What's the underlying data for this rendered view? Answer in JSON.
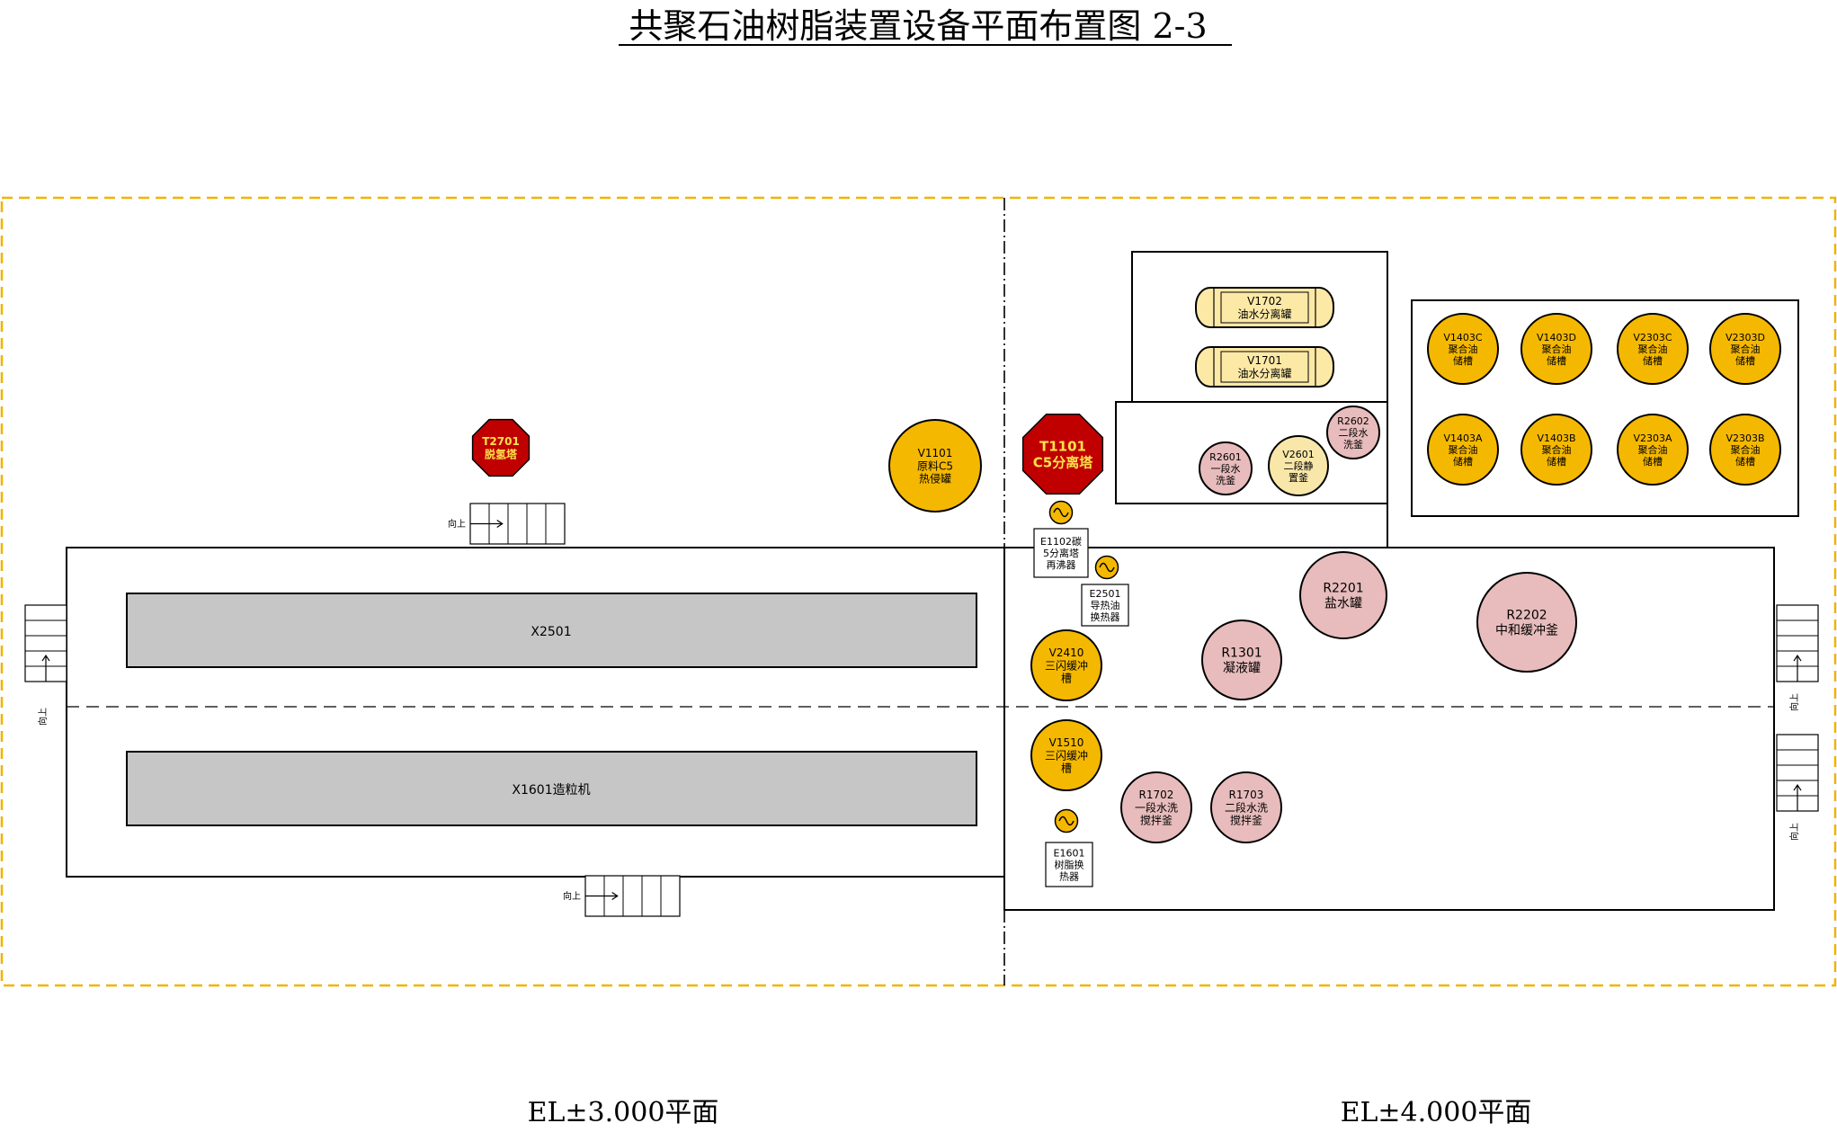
{
  "title": "共聚石油树脂装置设备平面布置图 2-3",
  "colors": {
    "boundary": "#f0b400",
    "yellow_vessel": "#f5b800",
    "pink_vessel": "#e8bcbc",
    "pale_vessel": "#f8e7a8",
    "tower_red": "#c00000",
    "tower_text": "#ffe14d",
    "machine_gray": "#c6c6c6",
    "drum_fill": "#fde9a6"
  },
  "left_level": {
    "label": "EL±3.000平面"
  },
  "right_level": {
    "label": "EL±4.000平面"
  },
  "stairs": {
    "label": "向上"
  },
  "machines": [
    {
      "id": "x2501",
      "label": "X2501"
    },
    {
      "id": "x1601",
      "label": "X1601造粒机"
    }
  ],
  "towers": [
    {
      "id": "t2701",
      "lines": [
        "T2701",
        "脱氢塔"
      ]
    },
    {
      "id": "t1101",
      "lines": [
        "T1101",
        "C5分离塔"
      ]
    }
  ],
  "drums": [
    {
      "id": "v1702",
      "lines": [
        "V1702",
        "油水分离罐"
      ]
    },
    {
      "id": "v1701",
      "lines": [
        "V1701",
        "油水分离罐"
      ]
    }
  ],
  "vessels": [
    {
      "id": "v1101",
      "lines": [
        "V1101",
        "原料C5",
        "热侵罐"
      ]
    },
    {
      "id": "v2410",
      "lines": [
        "V2410",
        "三闪缓冲",
        "槽"
      ]
    },
    {
      "id": "v1510",
      "lines": [
        "V1510",
        "三闪缓冲",
        "槽"
      ]
    },
    {
      "id": "r2601",
      "lines": [
        "R2601",
        "一段水",
        "洗釜"
      ]
    },
    {
      "id": "v2601",
      "lines": [
        "V2601",
        "二段静",
        "置釜"
      ]
    },
    {
      "id": "r2602",
      "lines": [
        "R2602",
        "二段水",
        "洗釜"
      ]
    },
    {
      "id": "r2201",
      "lines": [
        "R2201",
        "盐水罐"
      ]
    },
    {
      "id": "r2202",
      "lines": [
        "R2202",
        "中和缓冲釜"
      ]
    },
    {
      "id": "r1301",
      "lines": [
        "R1301",
        "凝液罐"
      ]
    },
    {
      "id": "r1702",
      "lines": [
        "R1702",
        "一段水洗",
        "搅拌釜"
      ]
    },
    {
      "id": "r1703",
      "lines": [
        "R1703",
        "二段水洗",
        "搅拌釜"
      ]
    },
    {
      "id": "v1403c",
      "lines": [
        "V1403C",
        "聚合油",
        "储槽"
      ]
    },
    {
      "id": "v1403d",
      "lines": [
        "V1403D",
        "聚合油",
        "储槽"
      ]
    },
    {
      "id": "v2303c",
      "lines": [
        "V2303C",
        "聚合油",
        "储槽"
      ]
    },
    {
      "id": "v2303d",
      "lines": [
        "V2303D",
        "聚合油",
        "储槽"
      ]
    },
    {
      "id": "v1403a",
      "lines": [
        "V1403A",
        "聚合油",
        "储槽"
      ]
    },
    {
      "id": "v1403b",
      "lines": [
        "V1403B",
        "聚合油",
        "储槽"
      ]
    },
    {
      "id": "v2303a",
      "lines": [
        "V2303A",
        "聚合油",
        "储槽"
      ]
    },
    {
      "id": "v2303b",
      "lines": [
        "V2303B",
        "聚合油",
        "储槽"
      ]
    }
  ],
  "exchangers": [
    {
      "id": "e1102",
      "lines": [
        "E1102碳",
        "5分离塔",
        "再沸器"
      ]
    },
    {
      "id": "e2501",
      "lines": [
        "E2501",
        "导热油",
        "换热器"
      ]
    },
    {
      "id": "e1601",
      "lines": [
        "E1601",
        "树脂换",
        "热器"
      ]
    }
  ]
}
